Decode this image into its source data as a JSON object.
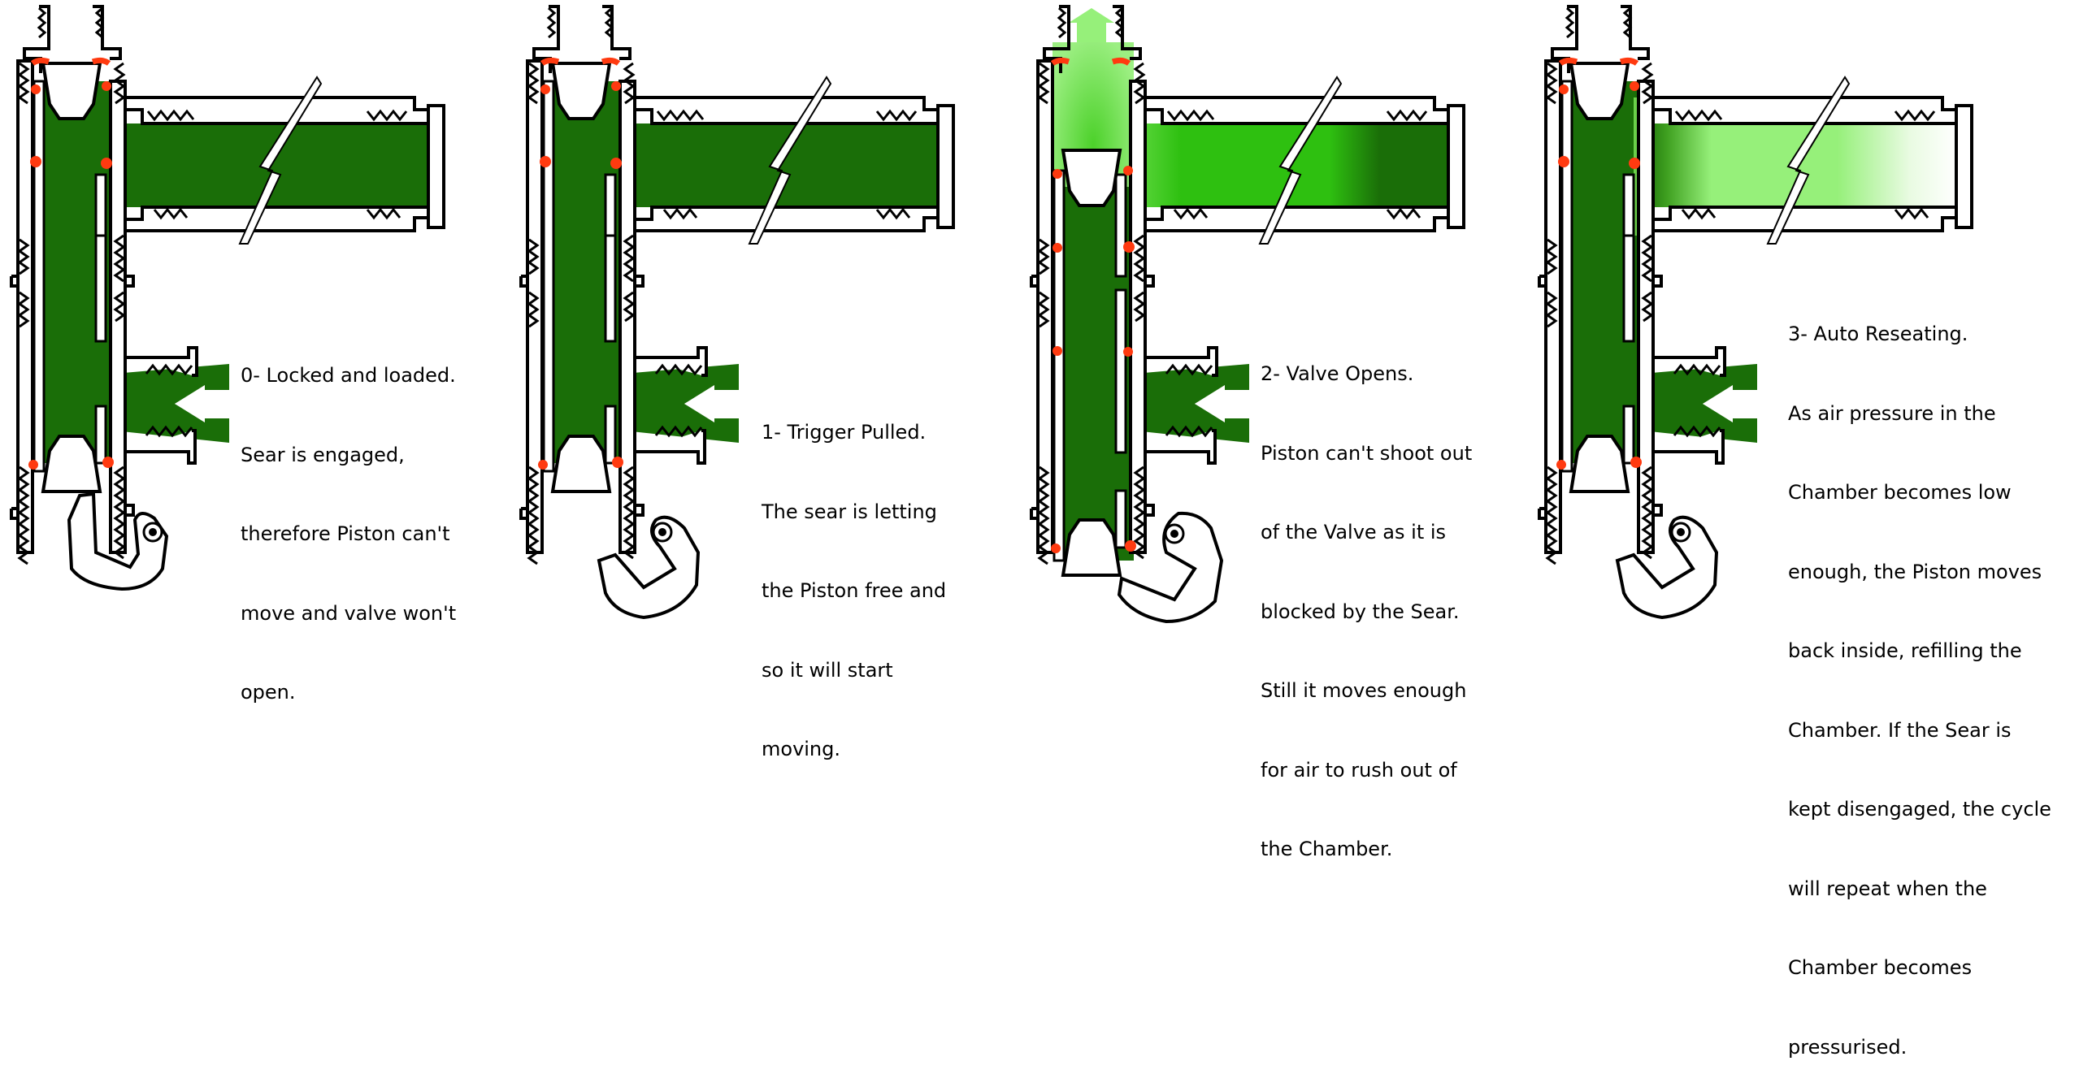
{
  "title": "Valve firing cycle diagram",
  "colors": {
    "air_pressurised": "#1a6e08",
    "air_rushing": "#2ec010",
    "air_light": "#96f07a",
    "seal": "#ff3a10",
    "outline": "#000000",
    "part_fill": "#ffffff"
  },
  "icons": [
    "inlet-arrow-icon",
    "exhaust-arrow-icon",
    "break-symbol-icon",
    "sear-pivot-icon"
  ],
  "panels": [
    {
      "step": "0",
      "state": "locked",
      "caption_lines": [
        "0- Locked and loaded.",
        "Sear is engaged,",
        "therefore Piston can't",
        "move and valve won't",
        "open."
      ]
    },
    {
      "step": "1",
      "state": "trigger-pulled",
      "caption_lines": [
        "1- Trigger Pulled.",
        "The sear is letting",
        "the Piston free and",
        "so it will start",
        "moving."
      ]
    },
    {
      "step": "2",
      "state": "valve-open",
      "caption_lines": [
        "2- Valve Opens.",
        "Piston can't shoot out",
        "of the Valve as it is",
        "blocked by the Sear.",
        "Still it moves enough",
        "for air to rush out of",
        "the Chamber."
      ]
    },
    {
      "step": "3",
      "state": "reseating",
      "caption_lines": [
        "3- Auto Reseating.",
        "As air pressure in the",
        "Chamber becomes low",
        "enough, the Piston moves",
        "back inside, refilling the",
        "Chamber. If the Sear is",
        "kept disengaged, the cycle",
        "will repeat when the",
        "Chamber becomes",
        "pressurised."
      ]
    }
  ]
}
